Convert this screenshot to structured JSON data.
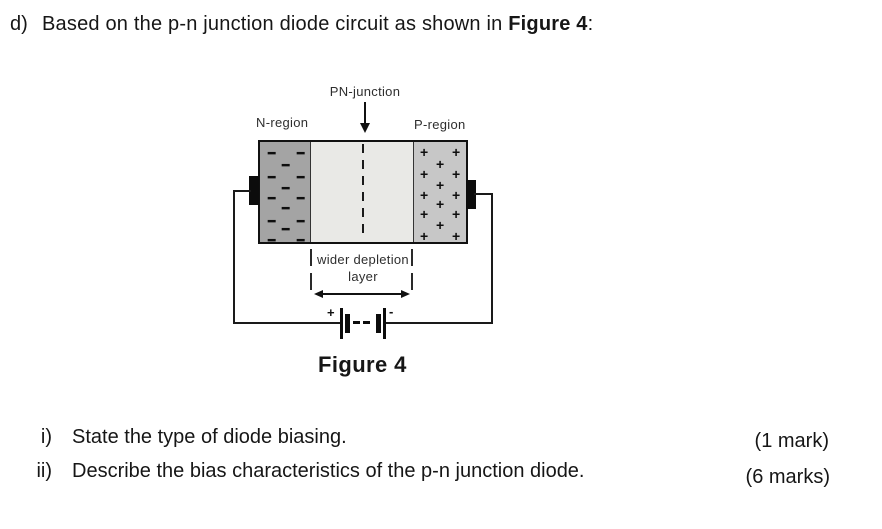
{
  "page": {
    "question_letter": "d)",
    "question_intro": "Based on the p-n junction diode circuit as shown in ",
    "question_figure_ref": "Figure 4",
    "question_suffix": ":"
  },
  "figure": {
    "caption": "Figure 4",
    "labels": {
      "pn_junction": "PN-junction",
      "n_region": "N-region",
      "p_region": "P-region",
      "depletion_line1": "wider depletion",
      "depletion_line2": "layer"
    },
    "battery": {
      "positive_label": "+",
      "negative_label": "-"
    },
    "charges": {
      "minus": "−",
      "plus": "+"
    },
    "colors": {
      "n_region_bg": "#a4a4a4",
      "depletion_bg": "#e9e9e6",
      "p_region_bg": "#c7c7c7",
      "line": "#111111"
    }
  },
  "questions": [
    {
      "numeral": "i)",
      "text": "State the type of diode biasing.",
      "marks": "(1 mark)"
    },
    {
      "numeral": "ii)",
      "text": "Describe the bias characteristics of the p-n junction diode.",
      "marks": "(6 marks)"
    }
  ]
}
